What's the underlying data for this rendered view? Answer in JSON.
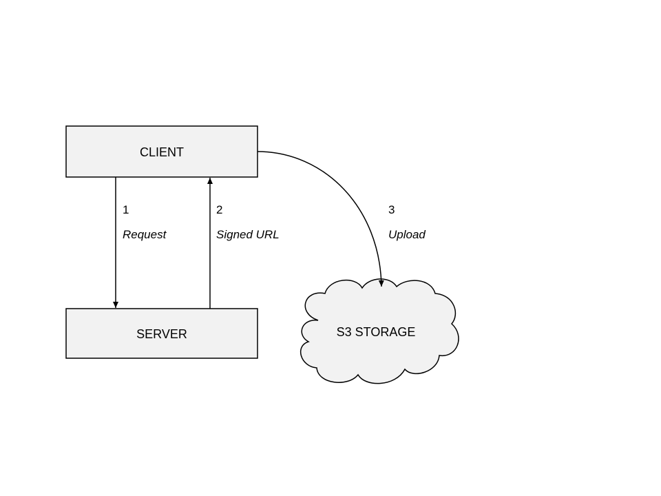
{
  "colors": {
    "node_fill": "#f2f2f2",
    "stroke": "#000000",
    "background": "#ffffff"
  },
  "nodes": {
    "client": {
      "label": "CLIENT"
    },
    "server": {
      "label": "SERVER"
    },
    "storage": {
      "label": "S3 STORAGE",
      "shape": "cloud"
    }
  },
  "edges": [
    {
      "from": "client",
      "to": "server",
      "number": "1",
      "label": "Request"
    },
    {
      "from": "server",
      "to": "client",
      "number": "2",
      "label": "Signed URL"
    },
    {
      "from": "client",
      "to": "storage",
      "number": "3",
      "label": "Upload"
    }
  ]
}
